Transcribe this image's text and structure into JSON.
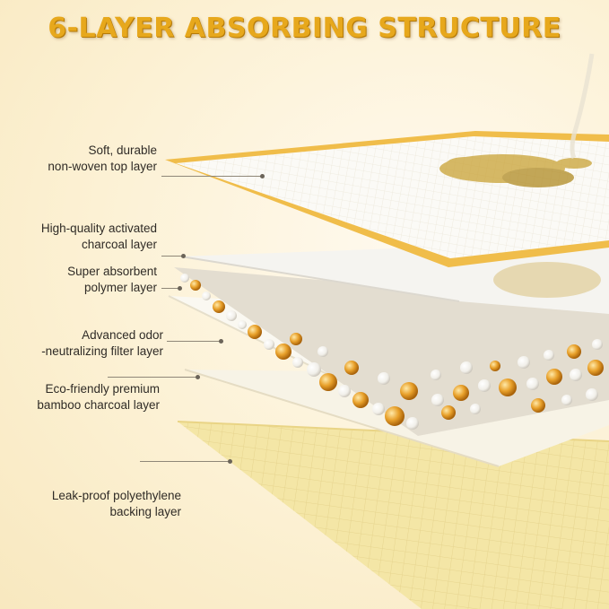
{
  "title": "6-LAYER ABSORBING STRUCTURE",
  "layers": [
    {
      "line1": "Soft, durable",
      "line2": "non-woven top layer"
    },
    {
      "line1": "High-quality activated",
      "line2": "charcoal layer"
    },
    {
      "line1": "Super absorbent",
      "line2": "polymer layer"
    },
    {
      "line1": "Advanced odor",
      "line2": "-neutralizing filter layer"
    },
    {
      "line1": "Eco-friendly premium",
      "line2": "bamboo charcoal layer"
    },
    {
      "line1": "Leak-proof polyethylene",
      "line2": "backing layer"
    }
  ],
  "colors": {
    "title": "#e7a81c",
    "accent": "#f0b43a",
    "background": "#fcf1d4"
  }
}
